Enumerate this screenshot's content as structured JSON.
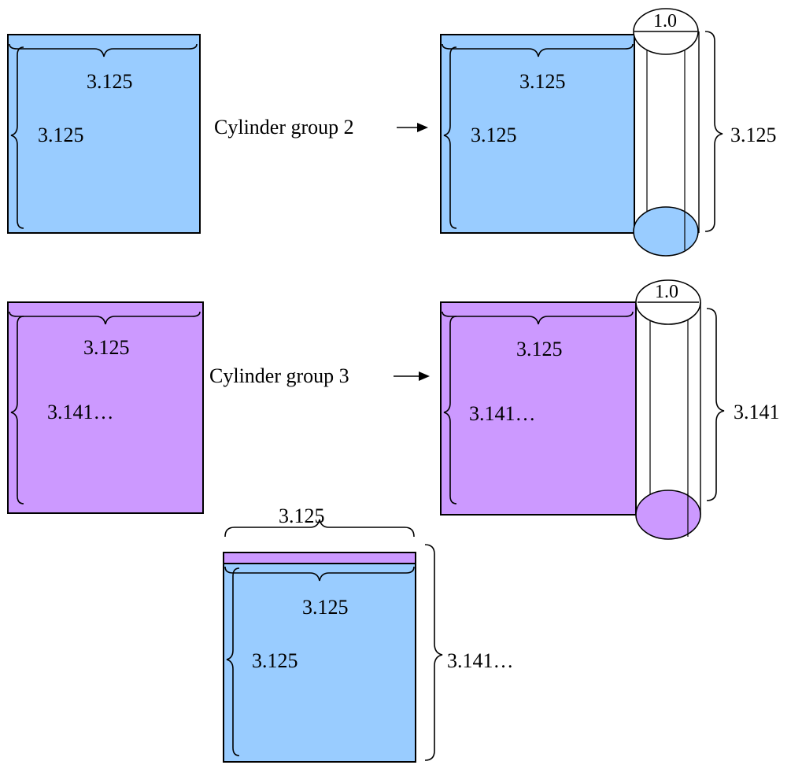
{
  "colors": {
    "blue": "#99ccff",
    "purple": "#cc99ff",
    "stroke": "#000000"
  },
  "group2": {
    "source_width_label": "3.125",
    "source_height_label": "3.125",
    "arrow_label": "Cylinder group 2",
    "target_width_label": "3.125",
    "target_height_label": "3.125",
    "cylinder_diameter_label": "1.0",
    "cylinder_height_label": "3.125"
  },
  "group3": {
    "source_width_label": "3.125",
    "source_height_label": "3.141…",
    "arrow_label": "Cylinder group 3",
    "target_width_label": "3.125",
    "target_height_label": "3.141…",
    "cylinder_diameter_label": "1.0",
    "cylinder_height_label": "3.141"
  },
  "comparison": {
    "top_width_label": "3.125",
    "inner_width_label": "3.125",
    "inner_height_label": "3.125",
    "total_height_label": "3.141…"
  }
}
